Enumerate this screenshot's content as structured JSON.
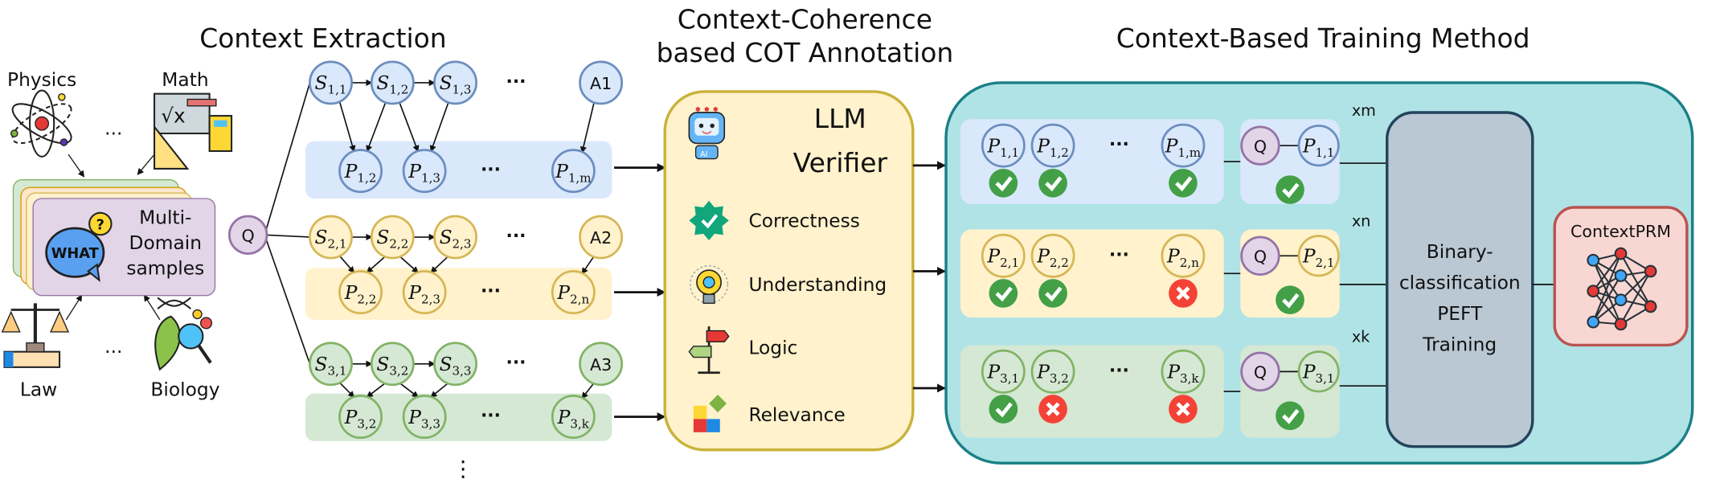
{
  "titles": {
    "extraction": "Context Extraction",
    "annotation_line1": "Context-Coherence",
    "annotation_line2": "based COT Annotation",
    "training": "Context-Based Training Method"
  },
  "domains": {
    "physics": "Physics",
    "math": "Math",
    "law": "Law",
    "biology": "Biology",
    "ellipsis": "..."
  },
  "samples": {
    "bubble": "WHAT",
    "question_mark": "?",
    "label": [
      "Multi-",
      "Domain",
      "samples"
    ]
  },
  "question": "Q",
  "ellipsis": "···",
  "more_chains": "⋮",
  "chains": [
    {
      "color": "blue",
      "steps": [
        {
          "b": "S",
          "s": "1,1"
        },
        {
          "b": "S",
          "s": "1,2"
        },
        {
          "b": "S",
          "s": "1,3"
        }
      ],
      "answer": "A1",
      "paths": [
        {
          "b": "P",
          "s": "1,2"
        },
        {
          "b": "P",
          "s": "1,3"
        },
        {
          "b": "P",
          "s": "1,m"
        }
      ]
    },
    {
      "color": "yellow",
      "steps": [
        {
          "b": "S",
          "s": "2,1"
        },
        {
          "b": "S",
          "s": "2,2"
        },
        {
          "b": "S",
          "s": "2,3"
        }
      ],
      "answer": "A2",
      "paths": [
        {
          "b": "P",
          "s": "2,2"
        },
        {
          "b": "P",
          "s": "2,3"
        },
        {
          "b": "P",
          "s": "2,n"
        }
      ]
    },
    {
      "color": "green",
      "steps": [
        {
          "b": "S",
          "s": "3,1"
        },
        {
          "b": "S",
          "s": "3,2"
        },
        {
          "b": "S",
          "s": "3,3"
        }
      ],
      "answer": "A3",
      "paths": [
        {
          "b": "P",
          "s": "3,2"
        },
        {
          "b": "P",
          "s": "3,3"
        },
        {
          "b": "P",
          "s": "3,k"
        }
      ]
    }
  ],
  "verifier": {
    "title": [
      "LLM",
      "Verifier"
    ],
    "robot_badge": "AI",
    "criteria": [
      {
        "label": "Correctness",
        "icon": "badge-check-icon"
      },
      {
        "label": "Understanding",
        "icon": "lightbulb-gear-icon"
      },
      {
        "label": "Logic",
        "icon": "signpost-icon"
      },
      {
        "label": "Relevance",
        "icon": "puzzle-icon"
      }
    ]
  },
  "training": {
    "rows": [
      {
        "color": "blue",
        "repeat": "xm",
        "paths": [
          {
            "b": "P",
            "s": "1,1",
            "ok": true
          },
          {
            "b": "P",
            "s": "1,2",
            "ok": true
          },
          {
            "b": "P",
            "s": "1,m",
            "ok": true
          }
        ],
        "pair": {
          "q": "Q",
          "p": {
            "b": "P",
            "s": "1,1"
          },
          "ok": true
        }
      },
      {
        "color": "yellow",
        "repeat": "xn",
        "paths": [
          {
            "b": "P",
            "s": "2,1",
            "ok": true
          },
          {
            "b": "P",
            "s": "2,2",
            "ok": true
          },
          {
            "b": "P",
            "s": "2,n",
            "ok": false
          }
        ],
        "pair": {
          "q": "Q",
          "p": {
            "b": "P",
            "s": "2,1"
          },
          "ok": true
        }
      },
      {
        "color": "green",
        "repeat": "xk",
        "paths": [
          {
            "b": "P",
            "s": "3,1",
            "ok": true
          },
          {
            "b": "P",
            "s": "3,2",
            "ok": false
          },
          {
            "b": "P",
            "s": "3,k",
            "ok": false
          }
        ],
        "pair": {
          "q": "Q",
          "p": {
            "b": "P",
            "s": "3,1"
          },
          "ok": true
        }
      }
    ],
    "classifier": [
      "Binary-",
      "classification",
      "PEFT",
      "Training"
    ],
    "output": "ContextPRM"
  },
  "colors": {
    "blue": {
      "fill": "#dae8fc",
      "stroke": "#6c8ebf"
    },
    "yellow": {
      "fill": "#fff2cc",
      "stroke": "#d6b656"
    },
    "green": {
      "fill": "#d5e8d4",
      "stroke": "#82b366"
    },
    "purple": {
      "fill": "#e1d5e7",
      "stroke": "#9673a6"
    },
    "verifier_fill": "#fff2cc",
    "verifier_stroke": "#c9b23a",
    "training_fill": "#b0e3e6",
    "training_stroke": "#1b8086",
    "classifier_fill": "#bac8d3",
    "classifier_stroke": "#23445d",
    "output_fill": "#f8d7d3",
    "output_stroke": "#b85450",
    "check": "#43a047",
    "cross": "#f44336"
  }
}
